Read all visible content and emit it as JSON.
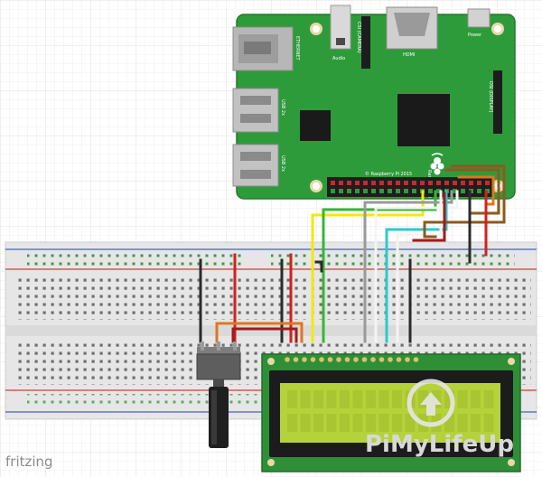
{
  "board": {
    "labels": {
      "ethernet": "ETHERNET",
      "audio": "Audio",
      "camera": "CSI (CAMERA)",
      "hdmi": "HDMI",
      "power": "Power",
      "display": "DSI (DISPLAY)",
      "usb_1": "USB 2x",
      "usb_2": "USB 2x",
      "model_line1": "Raspberry Pi 3 Model B v1.2",
      "model_line2": "© Raspberry Pi 2015"
    }
  },
  "watermark": {
    "brand": "PiMyLifeUp",
    "tool": "fritzing"
  },
  "colors": {
    "grid": "#eaeaea",
    "board": "#2e9b3a",
    "board_dark": "#1f6e28",
    "breadboard": "#e9e9e9",
    "rail_red": "#d23c3c",
    "rail_blue": "#4a5fc8",
    "lcd_pcb": "#2f8f37",
    "lcd_screen": "#b5d23a",
    "wire_black": "#2b2b2b",
    "wire_red": "#d41f1f",
    "wire_orange": "#e0761e",
    "wire_yellow": "#f3e80e",
    "wire_green": "#34b833",
    "wire_grey": "#9a9a9a",
    "wire_white": "#f4f4f4",
    "wire_cyan": "#2ec8cf",
    "wire_brown": "#8b5a20",
    "wire_darkred": "#9e1d1d"
  },
  "icons": {
    "watermark_logo": "up-arrow-circle-icon",
    "potentiometer": "potentiometer-icon"
  }
}
